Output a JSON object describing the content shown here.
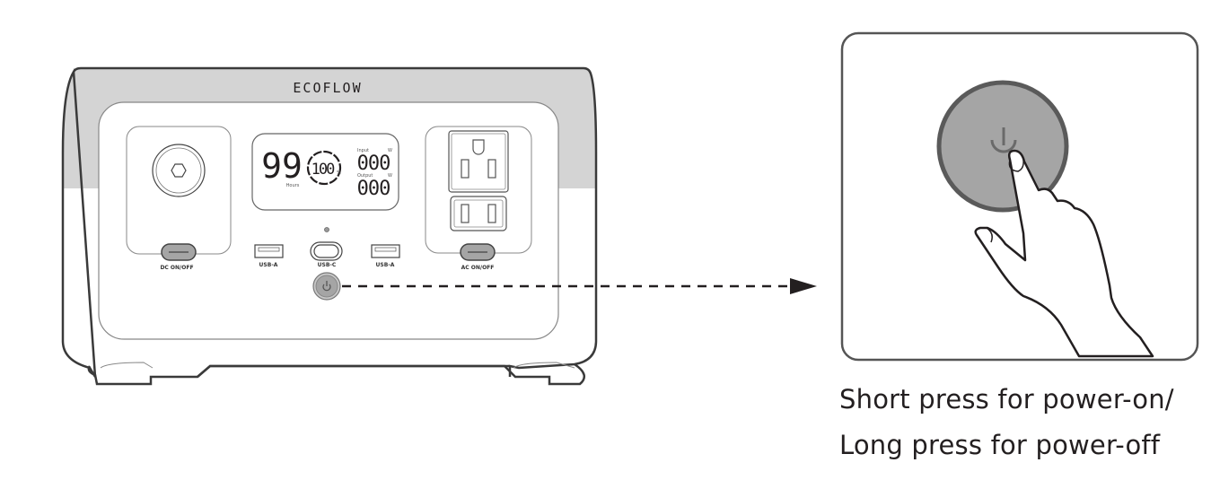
{
  "device": {
    "brand": "ECOFLOW",
    "display": {
      "hours_value": "99",
      "hours_label": "Hours",
      "battery_percent": "100",
      "percent_sign": "%",
      "input_label": "Input",
      "input_value": "000",
      "input_unit": "W",
      "output_label": "Output",
      "output_value": "000",
      "output_unit": "W"
    },
    "ports": {
      "dc_switch": "DC ON/OFF",
      "usb_a_left": "USB-A",
      "usb_c": "USB-C",
      "usb_a_right": "USB-A",
      "ac_switch": "AC ON/OFF"
    }
  },
  "callout": {
    "line1": "Short press for power-on/",
    "line2": "Long press for power-off"
  },
  "colors": {
    "outline": "#231f20",
    "panel_gray": "#d4d4d4",
    "button_gray": "#a5a5a5",
    "button_ring": "#5a5a5a"
  }
}
